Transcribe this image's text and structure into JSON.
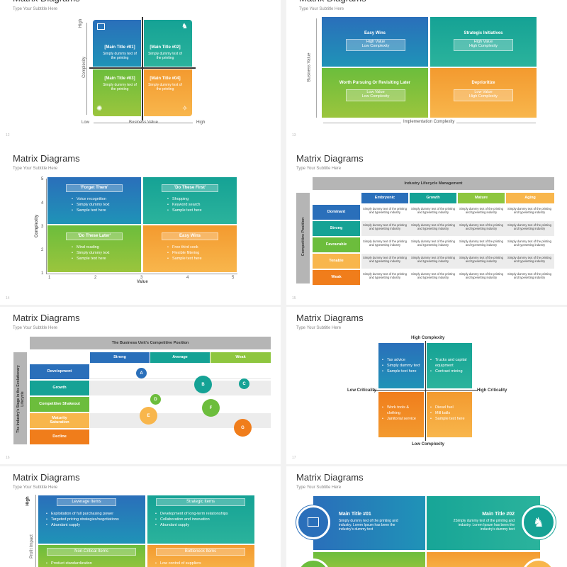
{
  "common": {
    "slide_title": "Matrix Diagrams",
    "subtitle": "Type Your Subtitle Here"
  },
  "colors": {
    "blue": "#2a6fba",
    "teal": "#15a295",
    "green": "#6cbd3c",
    "orange": "#f39a2f"
  },
  "s1": {
    "num": "12",
    "y_high": "High",
    "y_axis": "Complexity",
    "x_low": "Low",
    "x_axis": "Business Value",
    "x_high": "High",
    "cells": [
      {
        "title": "[Main Title #01]",
        "text": "Simply dummy text of the printing",
        "icon": "presentation-icon"
      },
      {
        "title": "[Main Title #02]",
        "text": "Simply dummy text of the printing",
        "icon": "chess-icon"
      },
      {
        "title": "[Main Title #03]",
        "text": "Simply dummy text of the printing",
        "icon": "network-icon"
      },
      {
        "title": "[Main Title #04]",
        "text": "Simply dummy text of the printing",
        "icon": "puzzle-icon"
      }
    ]
  },
  "s2": {
    "num": "13",
    "y_axis": "Business Value",
    "x_axis": "Implementation Complexity",
    "cells": [
      {
        "title": "Easy Wins",
        "l1": "High Value",
        "l2": "Low Complexity"
      },
      {
        "title": "Strategic Initiatives",
        "l1": "High Value",
        "l2": "High Complexity"
      },
      {
        "title": "Worth Pursuing Or Revisiting Later",
        "l1": "Low Value",
        "l2": "Low Complexity"
      },
      {
        "title": "Deprioritize",
        "l1": "Low Value",
        "l2": "High Complexity"
      }
    ]
  },
  "s3": {
    "num": "14",
    "y_axis": "Complexity",
    "x_axis": "Value",
    "y_ticks": [
      "5",
      "4",
      "3",
      "2",
      "1"
    ],
    "x_ticks": [
      "1",
      "2",
      "3",
      "4",
      "5"
    ],
    "cells": [
      {
        "title": "'Forget Them'",
        "items": [
          "Voice recognition",
          "Simply dummy text",
          "Sample text here"
        ]
      },
      {
        "title": "'Do These First'",
        "items": [
          "Shopping",
          "Keyword search",
          "Sample text here"
        ]
      },
      {
        "title": "'Do These Later'",
        "items": [
          "Mind reading",
          "Simply dummy text",
          "Sample text here"
        ]
      },
      {
        "title": "Easy Wins",
        "items": [
          "Free third cook",
          "Flexible filtering",
          "Sample text here"
        ]
      }
    ]
  },
  "s4": {
    "num": "15",
    "header": "Industry Lifecycle Management",
    "side": "Competitive Position",
    "cols": [
      "Embryonic",
      "Growth",
      "Mature",
      "Aging"
    ],
    "rows": [
      "Dominant",
      "Strong",
      "Favourable",
      "Tenable",
      "Weak"
    ],
    "cell_text": "Simply dummy text of the printing and typesetting industry"
  },
  "s5": {
    "num": "16",
    "header": "The Business Unit's Competitive Position",
    "side": "The Industry's Stage in the Evolutionary Lifecycle",
    "cols": [
      "Strong",
      "Average",
      "Weak"
    ],
    "rows": [
      "Development",
      "Growth",
      "Competitive Shakeout",
      "Maturity Saturation",
      "Decline"
    ],
    "bubbles": [
      "A",
      "B",
      "C",
      "D",
      "E",
      "F",
      "G"
    ]
  },
  "s6": {
    "num": "17",
    "top": "High Complexity",
    "bottom": "Low Complexity",
    "left": "Low Criticality",
    "right": "High Criticality",
    "cells": [
      {
        "items": [
          "Tax advice",
          "Simply dummy text",
          "Sample text here"
        ]
      },
      {
        "items": [
          "Trucks and capital equipment",
          "Contract mining"
        ]
      },
      {
        "items": [
          "Work tools & clothing",
          "Janitorial service"
        ]
      },
      {
        "items": [
          "Diesel fuel",
          "Mill balls",
          "Sample text here"
        ]
      }
    ]
  },
  "s7": {
    "y_high": "High",
    "y_axis": "Profit Impact",
    "cells": [
      {
        "title": "Leverage Items",
        "items": [
          "Exploitation of full purchasing power",
          "Targeted pricing strategies/negotiations",
          "Abundant supply"
        ]
      },
      {
        "title": "Strategic Items",
        "items": [
          "Development of long-term relationships",
          "Collaboration and innovation",
          "Abundant supply"
        ]
      },
      {
        "title": "Non-Critical Items",
        "items": [
          "Product standardization"
        ]
      },
      {
        "title": "Bottleneck Items",
        "items": [
          "Low control of suppliers"
        ]
      }
    ]
  },
  "s8": {
    "cells": [
      {
        "title": "Main Title #01",
        "text": "Simply dummy text of the printing and industry. Lorem Ipsum has been the industry's dummy text"
      },
      {
        "title": "Main Title #02",
        "text": "2Simply dummy text of the printing and industry. Lorem Ipsum has been the industry's dummy text"
      }
    ]
  }
}
